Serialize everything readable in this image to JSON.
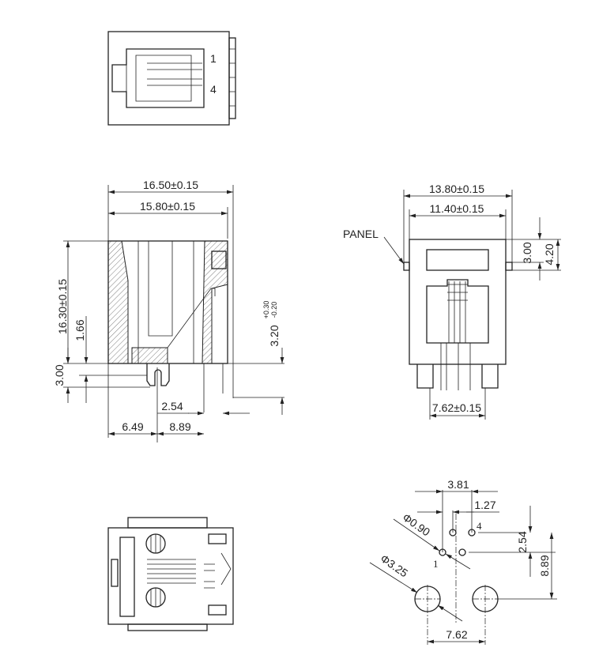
{
  "title": "RJ connector mechanical drawing",
  "top_view": {
    "pin_first": "1",
    "pin_last": "4"
  },
  "side_view": {
    "width_outer": "16.50±0.15",
    "width_inner": "15.80±0.15",
    "height": "16.30±0.15",
    "post_offset": "1.66",
    "post_length": "3.00",
    "pin_length": "3.20",
    "pin_tol_plus": "+0.30",
    "pin_tol_minus": "-0.20",
    "pin_pitch": "2.54",
    "post_pos": "6.49",
    "pin_pos": "8.89"
  },
  "front_view": {
    "panel_label": "PANEL",
    "width_outer": "13.80±0.15",
    "width_inner": "11.40±0.15",
    "panel_gap": "3.00",
    "panel_height": "4.20",
    "post_spacing": "7.62±0.15"
  },
  "footprint": {
    "row_span": "3.81",
    "pin_offset": "1.27",
    "pin_hole": "Φ0.90",
    "post_hole": "Φ3.25",
    "row_pitch": "2.54",
    "post_distance": "8.89",
    "post_spacing": "7.62",
    "pin_first": "1",
    "pin_last": "4"
  }
}
